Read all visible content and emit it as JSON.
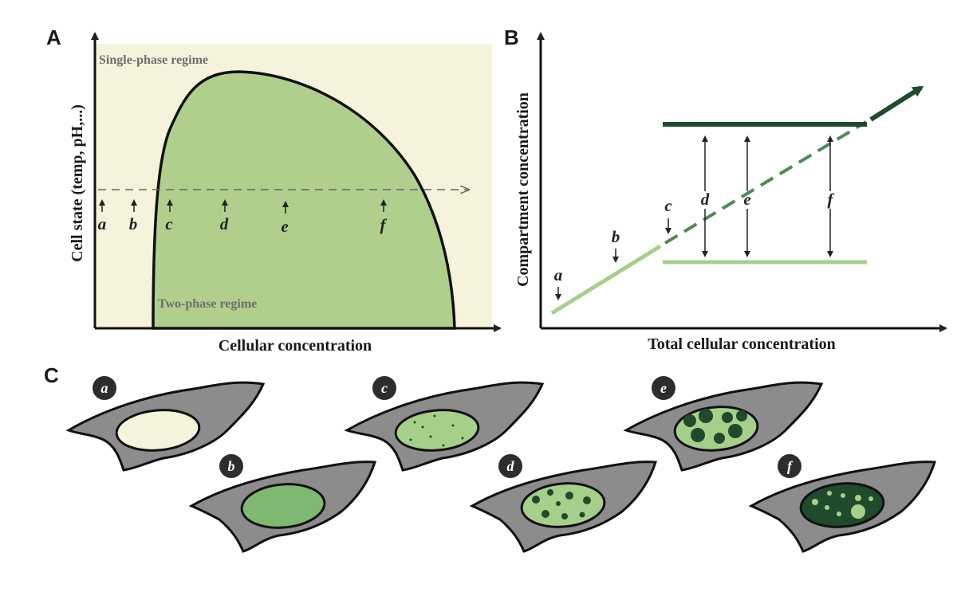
{
  "panels": {
    "a": {
      "letter": "A",
      "ylabel": "Cell state (temp, pH,...)",
      "xlabel": "Cellular concentration",
      "single_phase_label": "Single-phase regime",
      "two_phase_label": "Two-phase regime",
      "markers": [
        "a",
        "b",
        "c",
        "d",
        "e",
        "f"
      ]
    },
    "b": {
      "letter": "B",
      "ylabel": "Compartment concentration",
      "xlabel": "Total cellular concentration",
      "markers": [
        "a",
        "b",
        "c",
        "d",
        "e",
        "f"
      ]
    },
    "c": {
      "letter": "C",
      "cells": [
        "a",
        "b",
        "c",
        "d",
        "e",
        "f"
      ]
    }
  },
  "colors": {
    "background_cream": "#f6f3dc",
    "two_phase_green": "#b0cf8d",
    "light_green": "#a6d08a",
    "medium_green": "#7fb870",
    "dark_green": "#1f4a2c",
    "cytoplasm_gray": "#8c8c8c"
  }
}
